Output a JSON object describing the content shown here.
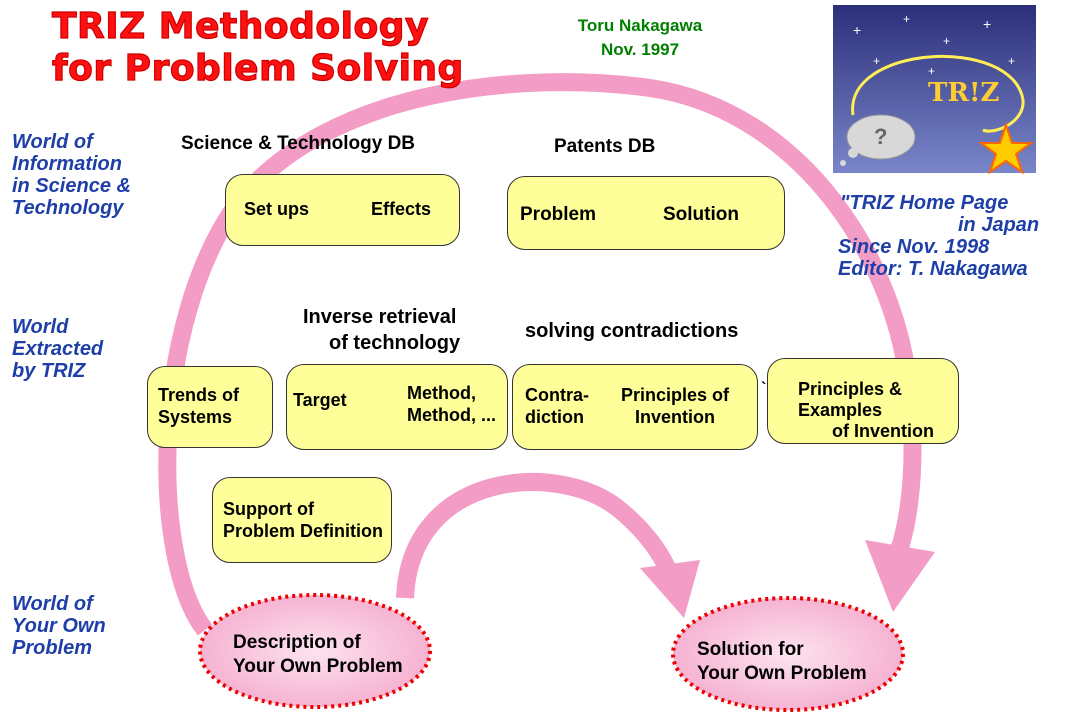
{
  "title": {
    "line1": "TRIZ Methodology",
    "line2": "for Problem Solving"
  },
  "author": {
    "name": "Toru Nakagawa",
    "date": "Nov. 1997"
  },
  "logo": {
    "text": "TR!Z",
    "cloud_mark": "?"
  },
  "homepage": {
    "line1": "\"TRIZ Home Page",
    "line2": "in  Japan",
    "line3": "Since Nov. 1998",
    "line4": "Editor: T. Nakagawa"
  },
  "worlds": {
    "information": [
      "World of",
      "Information",
      "in Science &",
      "Technology"
    ],
    "extracted": [
      "World",
      "Extracted",
      "by TRIZ"
    ],
    "own": [
      "World of",
      "Your Own",
      "Problem"
    ]
  },
  "databases": {
    "science_db": "Science & Technology DB",
    "patents_db": "Patents DB"
  },
  "boxes": {
    "setups": {
      "left": "Set ups",
      "right": "Effects"
    },
    "problem": {
      "left": "Problem",
      "right": "Solution"
    },
    "trends": [
      "Trends of",
      "Systems"
    ],
    "target": {
      "left": "Target",
      "right1": "Method,",
      "right2": "Method, ..."
    },
    "contradiction": {
      "left1": "Contra-",
      "left2": "diction",
      "right1": "Principles of",
      "right2": "Invention"
    },
    "principles_examples": [
      "Principles &",
      "Examples",
      "of Invention"
    ],
    "support": [
      "Support of",
      "Problem Definition"
    ]
  },
  "labels": {
    "inverse": [
      "Inverse retrieval",
      "of technology"
    ],
    "solving": "solving contradictions",
    "backtick": "`"
  },
  "ellipses": {
    "description": [
      "Description of",
      "Your Own Problem"
    ],
    "solution": [
      "Solution for",
      "Your Own Problem"
    ]
  },
  "colors": {
    "title_red": "#ff1111",
    "author_green": "#008000",
    "world_blue": "#1f3fa8",
    "box_yellow": "#ffff99",
    "arrow_pink": "#f29cc6",
    "ellipse_pink": "#f7bdd8",
    "dotted_red": "#ee0000"
  }
}
